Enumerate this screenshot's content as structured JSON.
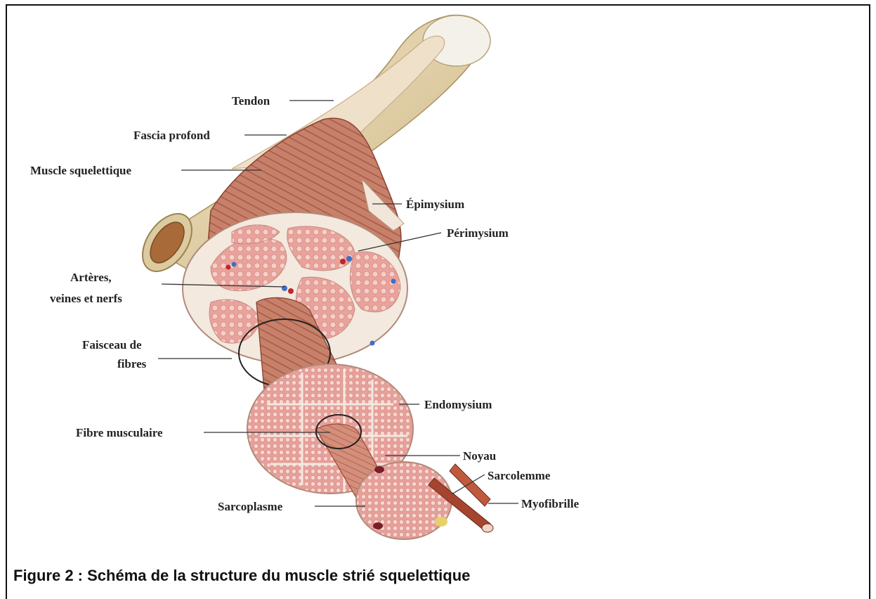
{
  "labels": {
    "tendon": "Tendon",
    "fascia": "Fascia profond",
    "muscle": "Muscle squelettique",
    "epimysium": "Épimysium",
    "perimysium": "Périmysium",
    "arteres_1": "Artères,",
    "arteres_2": "veines et nerfs",
    "faisceau_1": "Faisceau de",
    "faisceau_2": "fibres",
    "endomysium": "Endomysium",
    "fibre": "Fibre musculaire",
    "noyau": "Noyau",
    "sarcolemme": "Sarcolemme",
    "sarcoplasme": "Sarcoplasme",
    "myofibrille": "Myofibrille"
  },
  "caption": "Figure 2 : Schéma de la structure du muscle strié squelettique",
  "colors": {
    "bone": "#e6d6b0",
    "bone_shadow": "#c9b382",
    "bone_marrow": "#a66a38",
    "tendon": "#efe2cf",
    "muscle": "#c47a62",
    "muscle_dark": "#9c4f3a",
    "fascicle": "#e9a6a0",
    "fiber_dot": "#f6d3cd",
    "connective": "#f3ebe2"
  }
}
